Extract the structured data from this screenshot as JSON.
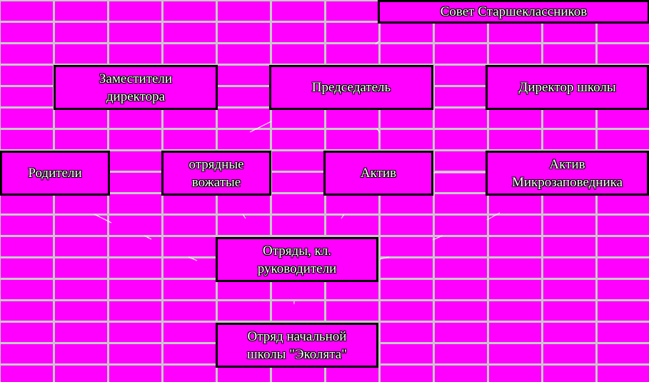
{
  "nodes": {
    "council": "Совет  Старшеклассников",
    "deputies": "Заместители\nдиректора",
    "chairman": "Председатель",
    "director": "Директор  школы",
    "parents": "Родители",
    "counselors": "отрядные\nвожатые",
    "activists": "Актив",
    "reserve_activists": "Актив\nМикрозаповедника",
    "squads": "Отряды, кл.\nруководители",
    "primary_squad": "Отряд начальной\nшколы \"Эколята\""
  },
  "colors": {
    "background": "#ff00ff",
    "grid": "#c8c8c8",
    "border": "#000000",
    "text": "#ffffff"
  }
}
